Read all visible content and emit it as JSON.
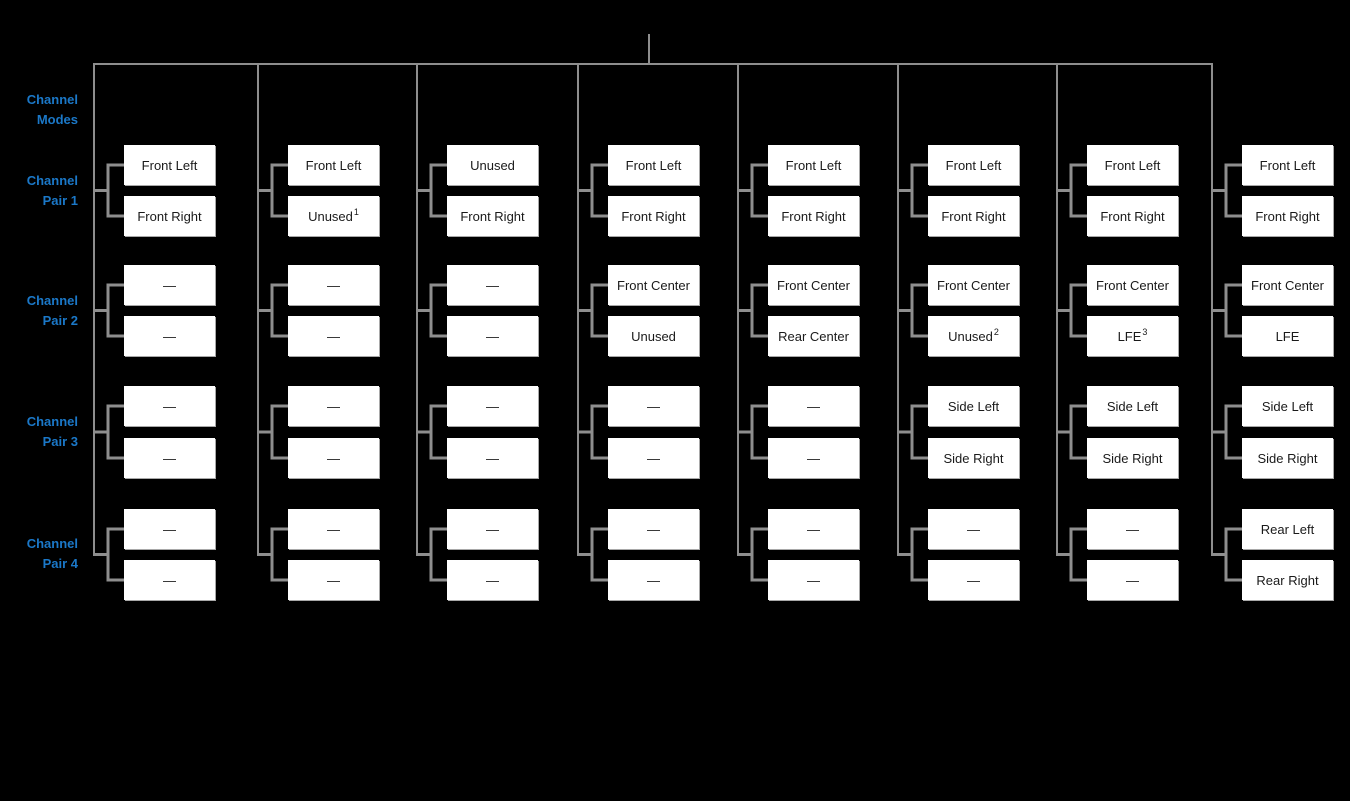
{
  "diagram": {
    "row_labels": {
      "modes": {
        "line1": "Channel",
        "line2": "Modes"
      },
      "pair1": {
        "line1": "Channel",
        "line2": "Pair 1"
      },
      "pair2": {
        "line1": "Channel",
        "line2": "Pair 2"
      },
      "pair3": {
        "line1": "Channel",
        "line2": "Pair 3"
      },
      "pair4": {
        "line1": "Channel",
        "line2": "Pair 4"
      }
    },
    "columns": [
      {
        "pairs": [
          [
            {
              "text": "Front Left",
              "sup": ""
            },
            {
              "text": "Front Right",
              "sup": ""
            }
          ],
          [
            {
              "text": "—",
              "sup": ""
            },
            {
              "text": "—",
              "sup": ""
            }
          ],
          [
            {
              "text": "—",
              "sup": ""
            },
            {
              "text": "—",
              "sup": ""
            }
          ],
          [
            {
              "text": "—",
              "sup": ""
            },
            {
              "text": "—",
              "sup": ""
            }
          ]
        ]
      },
      {
        "pairs": [
          [
            {
              "text": "Front Left",
              "sup": ""
            },
            {
              "text": "Unused",
              "sup": "1"
            }
          ],
          [
            {
              "text": "—",
              "sup": ""
            },
            {
              "text": "—",
              "sup": ""
            }
          ],
          [
            {
              "text": "—",
              "sup": ""
            },
            {
              "text": "—",
              "sup": ""
            }
          ],
          [
            {
              "text": "—",
              "sup": ""
            },
            {
              "text": "—",
              "sup": ""
            }
          ]
        ]
      },
      {
        "pairs": [
          [
            {
              "text": "Unused",
              "sup": ""
            },
            {
              "text": "Front Right",
              "sup": ""
            }
          ],
          [
            {
              "text": "—",
              "sup": ""
            },
            {
              "text": "—",
              "sup": ""
            }
          ],
          [
            {
              "text": "—",
              "sup": ""
            },
            {
              "text": "—",
              "sup": ""
            }
          ],
          [
            {
              "text": "—",
              "sup": ""
            },
            {
              "text": "—",
              "sup": ""
            }
          ]
        ]
      },
      {
        "pairs": [
          [
            {
              "text": "Front Left",
              "sup": ""
            },
            {
              "text": "Front Right",
              "sup": ""
            }
          ],
          [
            {
              "text": "Front Center",
              "sup": ""
            },
            {
              "text": "Unused",
              "sup": ""
            }
          ],
          [
            {
              "text": "—",
              "sup": ""
            },
            {
              "text": "—",
              "sup": ""
            }
          ],
          [
            {
              "text": "—",
              "sup": ""
            },
            {
              "text": "—",
              "sup": ""
            }
          ]
        ]
      },
      {
        "pairs": [
          [
            {
              "text": "Front Left",
              "sup": ""
            },
            {
              "text": "Front Right",
              "sup": ""
            }
          ],
          [
            {
              "text": "Front Center",
              "sup": ""
            },
            {
              "text": "Rear Center",
              "sup": ""
            }
          ],
          [
            {
              "text": "—",
              "sup": ""
            },
            {
              "text": "—",
              "sup": ""
            }
          ],
          [
            {
              "text": "—",
              "sup": ""
            },
            {
              "text": "—",
              "sup": ""
            }
          ]
        ]
      },
      {
        "pairs": [
          [
            {
              "text": "Front Left",
              "sup": ""
            },
            {
              "text": "Front Right",
              "sup": ""
            }
          ],
          [
            {
              "text": "Front Center",
              "sup": ""
            },
            {
              "text": "Unused",
              "sup": "2"
            }
          ],
          [
            {
              "text": "Side Left",
              "sup": ""
            },
            {
              "text": "Side Right",
              "sup": ""
            }
          ],
          [
            {
              "text": "—",
              "sup": ""
            },
            {
              "text": "—",
              "sup": ""
            }
          ]
        ]
      },
      {
        "pairs": [
          [
            {
              "text": "Front Left",
              "sup": ""
            },
            {
              "text": "Front Right",
              "sup": ""
            }
          ],
          [
            {
              "text": "Front Center",
              "sup": ""
            },
            {
              "text": "LFE",
              "sup": "3"
            }
          ],
          [
            {
              "text": "Side Left",
              "sup": ""
            },
            {
              "text": "Side Right",
              "sup": ""
            }
          ],
          [
            {
              "text": "—",
              "sup": ""
            },
            {
              "text": "—",
              "sup": ""
            }
          ]
        ]
      },
      {
        "pairs": [
          [
            {
              "text": "Front Left",
              "sup": ""
            },
            {
              "text": "Front Right",
              "sup": ""
            }
          ],
          [
            {
              "text": "Front Center",
              "sup": ""
            },
            {
              "text": "LFE",
              "sup": ""
            }
          ],
          [
            {
              "text": "Side Left",
              "sup": ""
            },
            {
              "text": "Side Right",
              "sup": ""
            }
          ],
          [
            {
              "text": "Rear Left",
              "sup": ""
            },
            {
              "text": "Rear Right",
              "sup": ""
            }
          ]
        ]
      }
    ]
  },
  "colors": {
    "background": "#000000",
    "label_blue": "#1B78C8",
    "connector_gray": "#8E8E8E",
    "box_bg": "#FFFFFF",
    "box_text": "#1A1A1A"
  }
}
